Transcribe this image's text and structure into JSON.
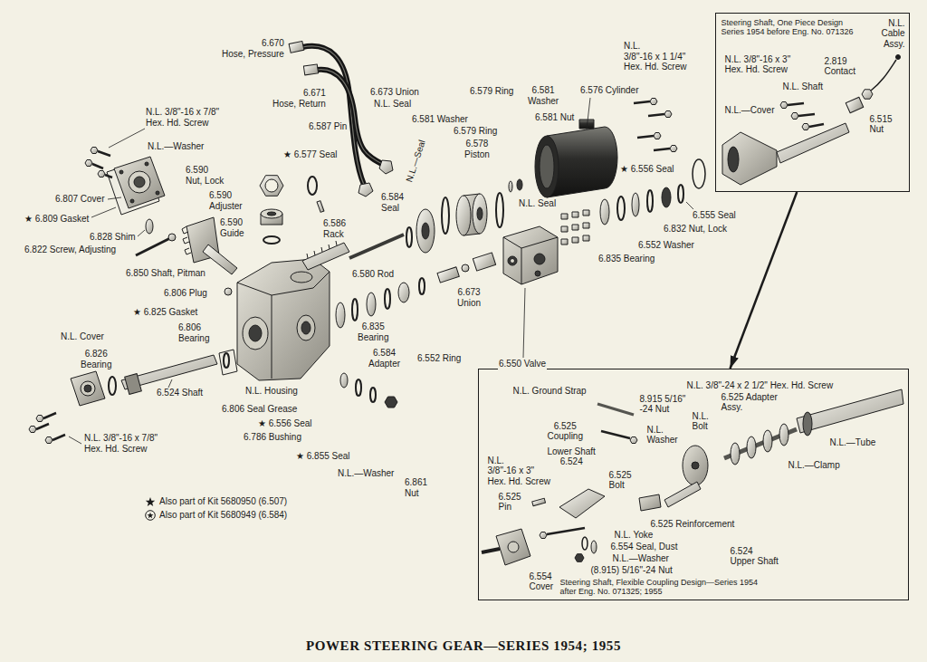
{
  "diagram": {
    "title": "POWER STEERING GEAR—SERIES 1954; 1955",
    "nodes": [
      {
        "text": [
          "Steering Shaft, One Piece Design Series 1954 before Eng. No. 071326",
          "N.L. Cable Assy.",
          "N.L. 3/8\"-16 x 3\" Hex. Hd. Screw",
          "2.819 Contact",
          "N.L. Shaft",
          "N.L.—Cover",
          "6.515 Nut"
        ]
      },
      {
        "text": [
          "Steering Shaft, Flexible Coupling Design—Series 1954 after Eng. No. 071325; 1955",
          "N.L. 3/8\"-24 x 2 1/2\" Hex. Hd. Screw",
          "N.L. Ground Strap",
          "8.915 5/16\" -24 Nut",
          "N.L. Bolt",
          "6.525 Adapter Assy.",
          "N.L. Washer",
          "6.525 Coupling",
          "Lower Shaft 6.524",
          "N.L.—Tube",
          "N.L.—Clamp",
          "6.525 Bolt",
          "N.L. 3/8\"-16 x 3\" Hex. Hd. Screw",
          "6.525 Pin",
          "6.525 Reinforcement",
          "N.L. Yoke",
          "6.554 Seal, Dust",
          "N.L.—Washer",
          "(8.915) 5/16\"-24 Nut",
          "6.524 Upper Shaft",
          "6.554 Cover"
        ]
      }
    ],
    "edges": [
      {
        "from": 0,
        "to": 1,
        "arrow": "to"
      }
    ],
    "labels": [
      "6.670 Hose, Pressure",
      "6.671 Hose, Return",
      "6.673 Union",
      "N.L. Seal",
      "N.L.—Seal",
      "6.579 Ring",
      "6.581 Washer",
      "6.579 Ring",
      "6.578 Piston",
      "6.581 Washer",
      "6.581 Nut",
      "6.576 Cylinder",
      "N.L. 3/8\"-16 x 1 1/4\" Hex. Hd. Screw",
      "N.L. 3/8\"-16 x 7/8\" Hex. Hd. Screw",
      "N.L.—Washer",
      "6.807 Cover",
      "★ 6.809 Gasket",
      "6.828 Shim",
      "6.822 Screw, Adjusting",
      "6.590 Nut, Lock",
      "6.590 Adjuster",
      "6.590 Guide",
      "★ 6.577 Seal",
      "6.587 Pin",
      "6.584 Seal",
      "6.586 Rack",
      "6.850 Shaft, Pitman",
      "6.806 Plug",
      "6.580 Rod",
      "N.L. Seal",
      "6.673 Union",
      "6.835 Bearing",
      "6.584 Adapter",
      "6.552 Ring",
      "6.550 Valve",
      "★ 6.556 Seal",
      "6.555 Seal",
      "6.832 Nut, Lock",
      "6.552 Washer",
      "6.835 Bearing",
      "★ 6.825 Gasket",
      "6.806 Bearing",
      "N.L. Cover",
      "6.826 Bearing",
      "6.524 Shaft",
      "N.L. Housing",
      "6.806 Seal Grease",
      "★ 6.556 Seal",
      "6.786 Bushing",
      "★ 6.855 Seal",
      "N.L.—Washer",
      "6.861 Nut",
      "N.L. 3/8\"-16 x 7/8\" Hex. Hd. Screw"
    ],
    "legend": [
      {
        "text": "Also part of Kit 5680950 (6.507)"
      },
      {
        "text": "Also part of Kit 5680949 (6.584)"
      }
    ]
  }
}
